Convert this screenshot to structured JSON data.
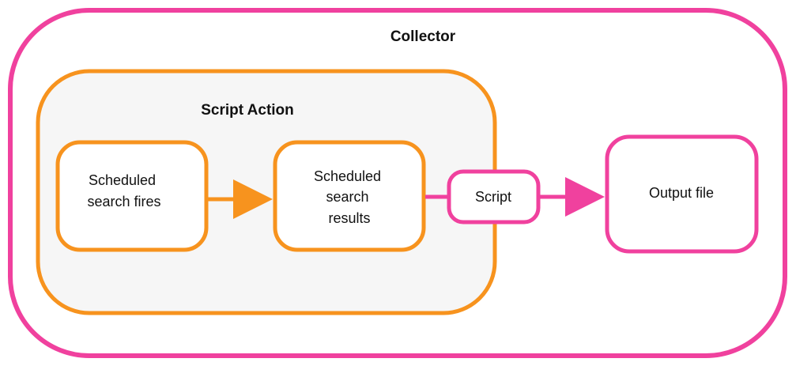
{
  "diagram": {
    "collector": {
      "title": "Collector",
      "color": "#f0419e"
    },
    "script_action": {
      "title": "Script Action",
      "color": "#f7931e",
      "fill": "#f6f6f6"
    },
    "nodes": {
      "scheduled_search_fires": [
        "Scheduled",
        "search fires"
      ],
      "scheduled_search_results": [
        "Scheduled",
        "search",
        "results"
      ],
      "script": "Script",
      "output_file": "Output file"
    },
    "edges": [
      {
        "from": "Scheduled search fires",
        "to": "Scheduled search results",
        "color": "#f7931e"
      },
      {
        "from": "Scheduled search results",
        "to": "Script",
        "color": "#f0419e"
      },
      {
        "from": "Script",
        "to": "Output file",
        "color": "#f0419e"
      }
    ]
  }
}
